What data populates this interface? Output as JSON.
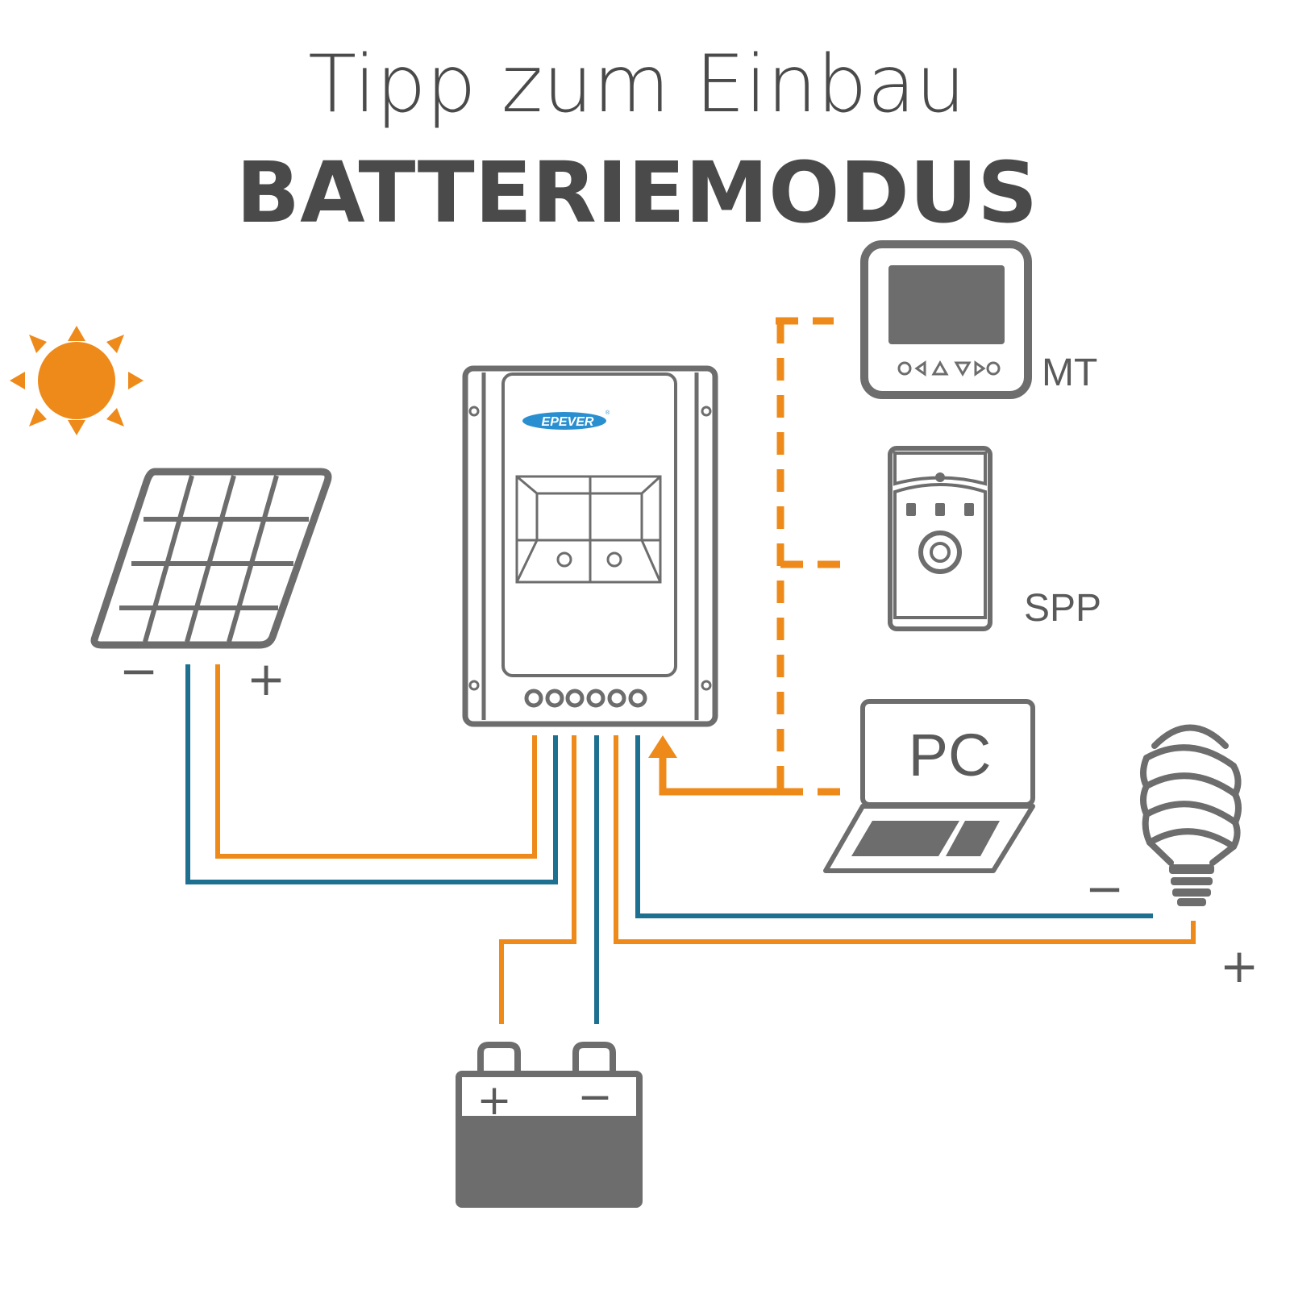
{
  "header": {
    "title": "Tipp zum Einbau",
    "subtitle": "BATTERIEMODUS"
  },
  "colors": {
    "orange": "#ee8a1a",
    "blue": "#1e7090",
    "gray": "#6d6d6d",
    "dark_gray": "#5a5a5a",
    "brand_blue": "#2a8fd0"
  },
  "controller": {
    "brand": "EPEVER",
    "registered_mark": "®"
  },
  "devices": {
    "mt_label": "MT",
    "spp_label": "SPP",
    "pc_label": "PC"
  },
  "solar_panel": {
    "minus": "−",
    "plus": "+"
  },
  "battery": {
    "plus": "+",
    "minus": "−"
  },
  "load": {
    "minus": "−",
    "plus": "+"
  },
  "icons": {
    "sun": "sun-icon",
    "solar_panel": "solar-panel-icon",
    "controller": "charge-controller-icon",
    "mt": "meter-display-icon",
    "spp": "power-supply-icon",
    "pc": "laptop-icon",
    "bulb": "light-bulb-icon",
    "battery": "battery-icon"
  }
}
